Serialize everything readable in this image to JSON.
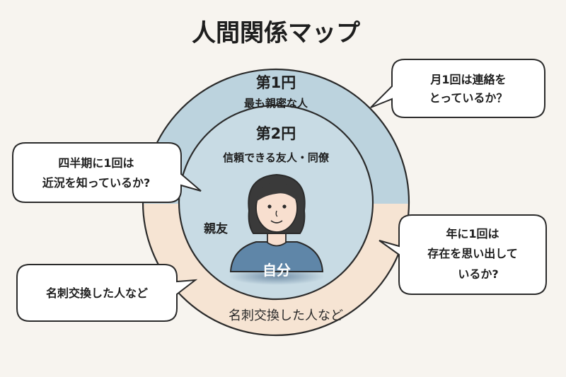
{
  "title": "人間関係マップ",
  "rings": {
    "first": {
      "title": "第1円",
      "subtitle": "最も親密な人"
    },
    "second": {
      "title": "第2円",
      "subtitle": "信頼できる友人・同僚"
    }
  },
  "labels": {
    "close_friend": "親友",
    "self": "自分",
    "outer": "名刺交換した人など"
  },
  "bubbles": {
    "monthly": [
      "月1回は連絡を",
      "とっているか？"
    ],
    "quarterly": [
      "四半期に1回は",
      "近況を知っているか?"
    ],
    "yearly": [
      "年に1回は",
      "存在を思い出して",
      "いるか?"
    ],
    "business_card": [
      "名刺交換した人など"
    ]
  },
  "colors": {
    "background": "#f7f4ef",
    "ring_blue": "#bcd3de",
    "ring_inner": "#c8dbe4",
    "ring_peach": "#f6e4d3",
    "person_shirt": "#5f86a8",
    "outline": "#2b2b2b"
  }
}
